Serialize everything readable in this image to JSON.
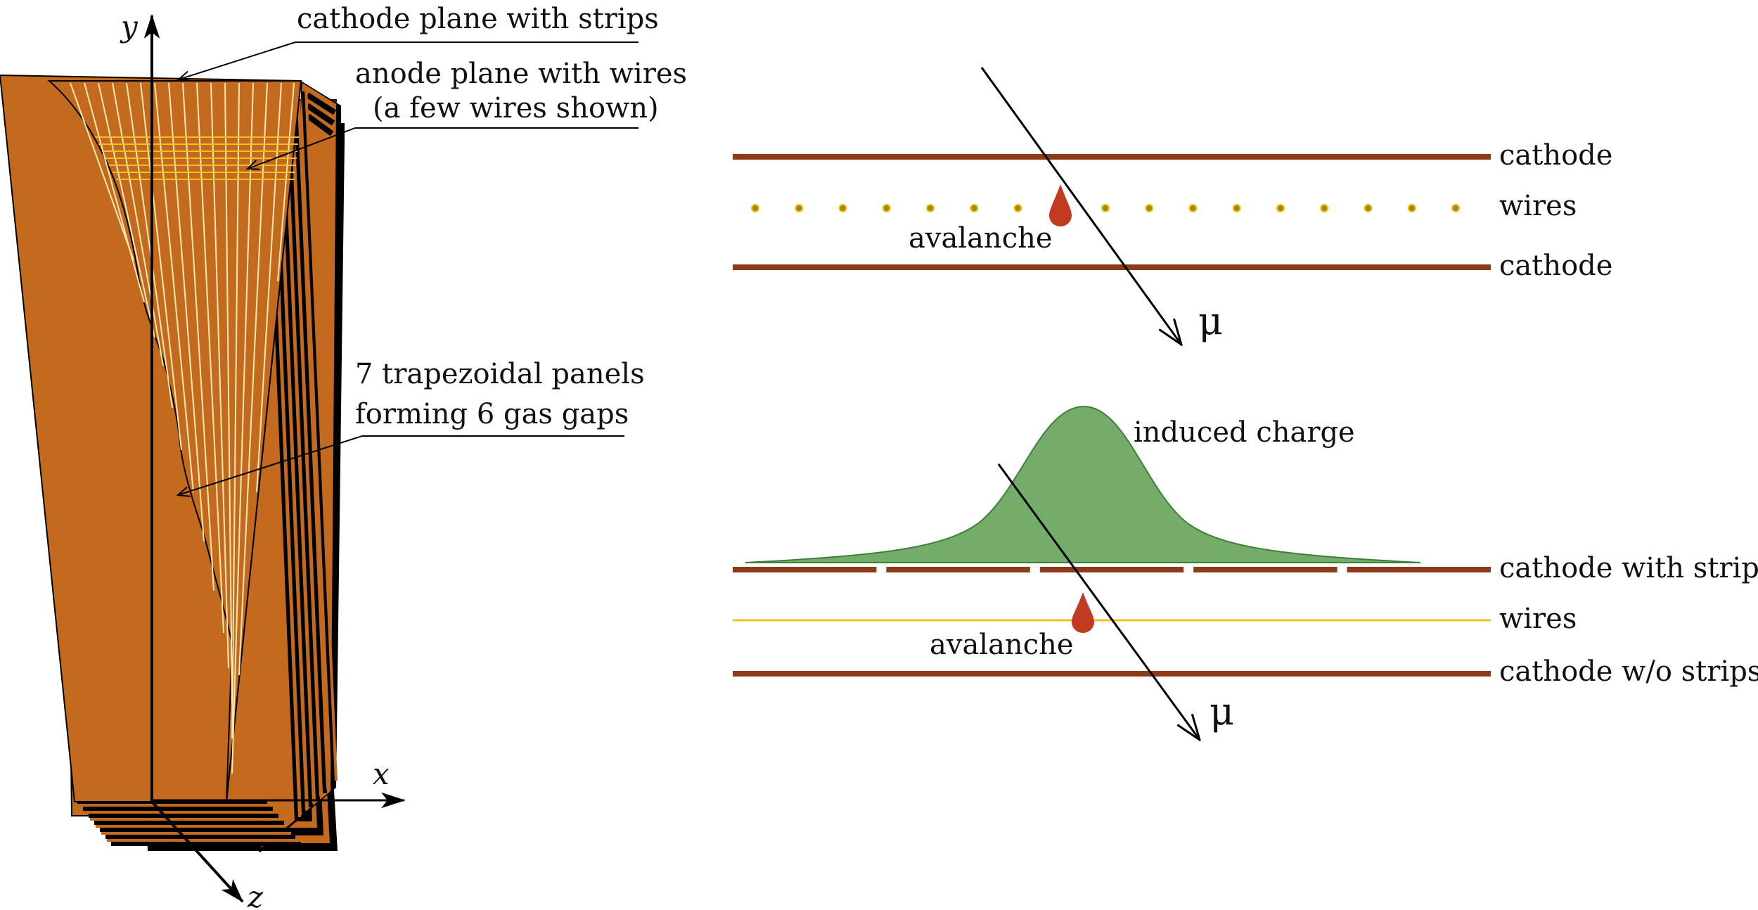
{
  "left_figure": {
    "axes": {
      "x": "x",
      "y": "y",
      "z": "z"
    },
    "annotations": {
      "cathode_plane": "cathode plane with strips",
      "anode_line1": "anode plane with wires",
      "anode_line2": "(a few wires shown)",
      "panels_line1": "7 trapezoidal panels",
      "panels_line2": "forming 6 gas gaps"
    }
  },
  "top_schematic": {
    "labels": {
      "cathode_top": "cathode",
      "wires": "wires",
      "cathode_bottom": "cathode",
      "avalanche": "avalanche",
      "muon": "μ"
    },
    "wire_count": 17
  },
  "bottom_schematic": {
    "labels": {
      "induced_charge": "induced charge",
      "cathode_strips": "cathode with strips",
      "wires": "wires",
      "cathode_plain": "cathode w/o strips",
      "avalanche": "avalanche",
      "muon": "μ"
    },
    "strip_count": 5
  },
  "colors": {
    "panel": "#C46A1E",
    "panel_edge": "#000000",
    "cathode": "#8B3A1A",
    "wire": "#F2C21B",
    "wire_dot": "#A08A10",
    "charge_fill": "#74AD6A",
    "charge_edge": "#3F7F3A",
    "drop": "#C23A20",
    "strip_line": "#FFE9B0"
  }
}
